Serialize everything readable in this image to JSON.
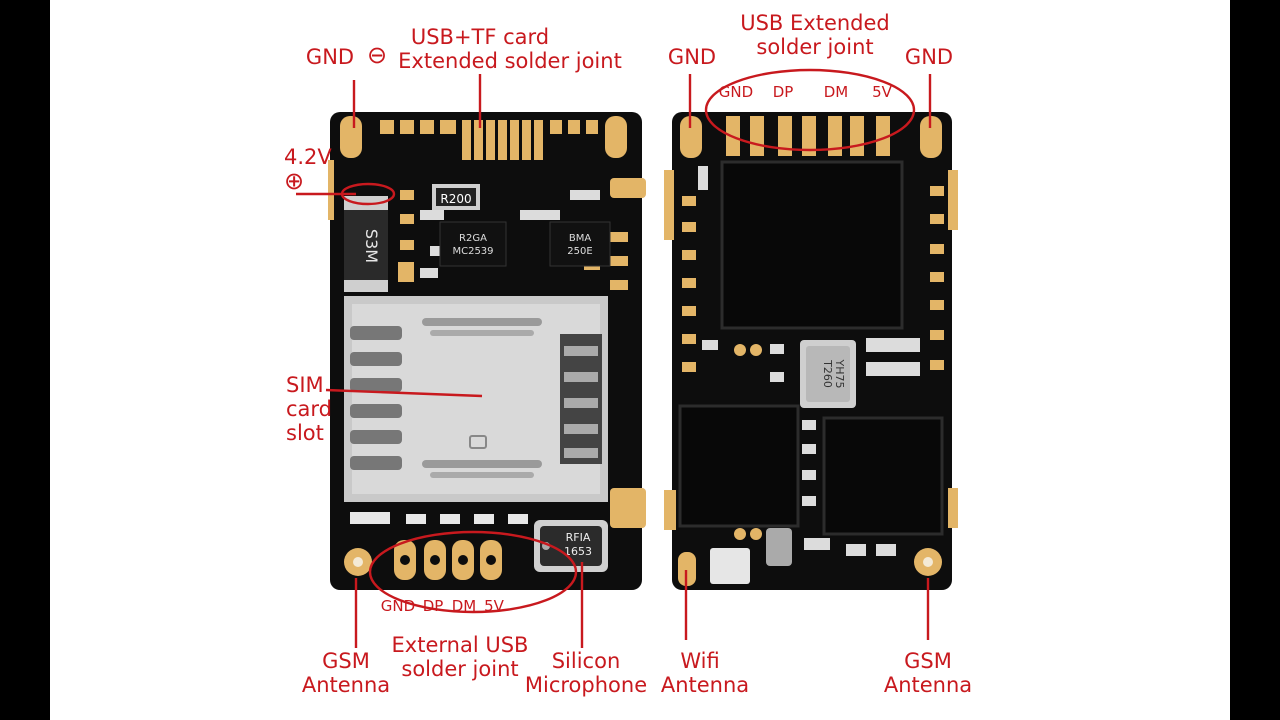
{
  "labels": {
    "left_gnd": "GND",
    "minus_symbol": "⊖",
    "usb_tf_line1": "USB+TF card",
    "usb_tf_line2": "Extended solder joint",
    "v42": "4.2V",
    "plus_symbol": "⊕",
    "sim_line1": "SIM",
    "sim_line2": "card",
    "sim_line3": "slot",
    "pins_gnd": "GND",
    "pins_dp": "DP",
    "pins_dm": "DM",
    "pins_5v": "5V",
    "ext_usb_line1": "External USB",
    "ext_usb_line2": "solder joint",
    "gsm_left_line1": "GSM",
    "gsm_left_line2": "Antenna",
    "mic_line1": "Silicon",
    "mic_line2": "Microphone",
    "usb_ext_line1": "USB Extended",
    "usb_ext_line2": "solder joint",
    "right_gnd_left": "GND",
    "right_gnd_right": "GND",
    "top_gnd": "GND",
    "top_dp": "DP",
    "top_dm": "DM",
    "top_5v": "5V",
    "wifi_line1": "Wifi",
    "wifi_line2": "Antenna",
    "gsm_right_line1": "GSM",
    "gsm_right_line2": "Antenna"
  },
  "chip_text": {
    "s3m": "S3M",
    "r200": "R200",
    "r2ga_1": "R2GA",
    "r2ga_2": "MC2539",
    "bma_1": "BMA",
    "bma_2": "250E",
    "rfia_1": "RFIA",
    "rfia_2": "1653",
    "crystal_1": "T260",
    "crystal_2": "YH75"
  },
  "colors": {
    "annotation": "#c8191e",
    "board": "#0d0d0d",
    "pad": "#e3b567",
    "silk": "#f2f2f2"
  }
}
